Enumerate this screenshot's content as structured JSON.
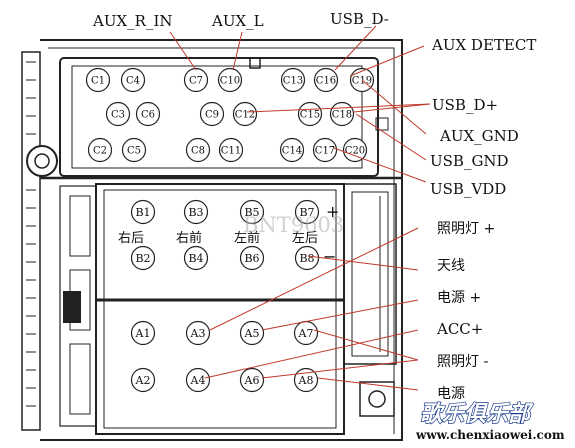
{
  "connector": {
    "watermark": "BNT9603",
    "c_pins": [
      "C1",
      "C4",
      "C7",
      "C10",
      "C13",
      "C16",
      "C19",
      "C3",
      "C6",
      "C9",
      "C12",
      "C15",
      "C18",
      "C2",
      "C5",
      "C8",
      "C11",
      "C14",
      "C17",
      "C20"
    ],
    "b_pins": [
      "B1",
      "B3",
      "B5",
      "B7",
      "B2",
      "B4",
      "B6",
      "B8"
    ],
    "a_pins": [
      "A1",
      "A3",
      "A5",
      "A7",
      "A2",
      "A4",
      "A6",
      "A8"
    ],
    "b_position_labels": [
      "右后",
      "右前",
      "左前",
      "左后"
    ],
    "b_plus_sign": "+",
    "b_minus_sign": "−"
  },
  "labels": {
    "aux_r_in": "AUX_R_IN",
    "aux_l": "AUX_L",
    "usb_d_minus": "USB_D-",
    "aux_detect": "AUX DETECT",
    "usb_d_plus": "USB_D+",
    "aux_gnd": "AUX_GND",
    "usb_gnd": "USB_GND",
    "usb_vdd": "USB_VDD",
    "illumination_plus": "照明灯 +",
    "antenna": "天线",
    "power_plus": "电源 +",
    "acc_plus": "ACC+",
    "illumination_minus": "照明灯 -",
    "power_partial": "电源"
  },
  "site": {
    "name": "歌乐俱乐部",
    "url": "www.chenxiaowei.com"
  },
  "colors": {
    "line": "#222222",
    "pointer": "#c0392b",
    "site_name": "#ffffff",
    "site_name_outline": "#1a3b8c"
  }
}
